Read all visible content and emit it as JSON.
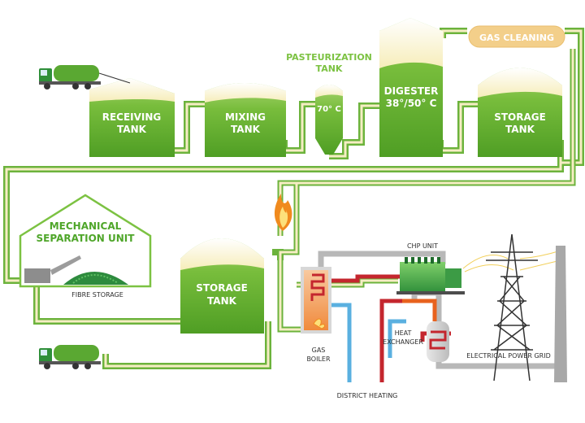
{
  "colors": {
    "tank_top": "#fdf6cf",
    "tank_green": "#67b232",
    "pipe_green": "#6cb33c",
    "pipe_cream": "#f6edc4",
    "hot_red": "#c4262e",
    "cold_blue": "#5ab0e0",
    "grey_pipe": "#b8b8b8",
    "label_green": "#7cc242",
    "gas_cleaning": "#f3cf8a"
  },
  "labels": {
    "receiving_tank": [
      "RECEIVING",
      "TANK"
    ],
    "mixing_tank": [
      "MIXING",
      "TANK"
    ],
    "pasteurization_tank": [
      "PASTEURIZATION",
      "TANK"
    ],
    "pasteurization_temp": "70° C",
    "digester": [
      "DIGESTER",
      "38°/50° C"
    ],
    "storage_tank_top": [
      "STORAGE",
      "TANK"
    ],
    "storage_tank_bottom": [
      "STORAGE",
      "TANK"
    ],
    "gas_cleaning": "GAS CLEANING",
    "mechanical_separation": [
      "MECHANICAL",
      "SEPARATION UNIT"
    ],
    "fibre_storage": "FIBRE STORAGE",
    "chp_unit": "CHP UNIT",
    "gas_boiler": [
      "GAS",
      "BOILER"
    ],
    "heat_exchanger": [
      "HEAT",
      "EXCHANGER"
    ],
    "electrical_grid": "ELECTRICAL POWER GRID",
    "district_heating": "DISTRICT HEATING"
  },
  "icons": [
    "tanker-truck-icon",
    "flame-icon",
    "power-pylon-icon",
    "chimney-icon",
    "fibre-pile-icon",
    "separator-machine-icon",
    "chp-engine-icon"
  ]
}
